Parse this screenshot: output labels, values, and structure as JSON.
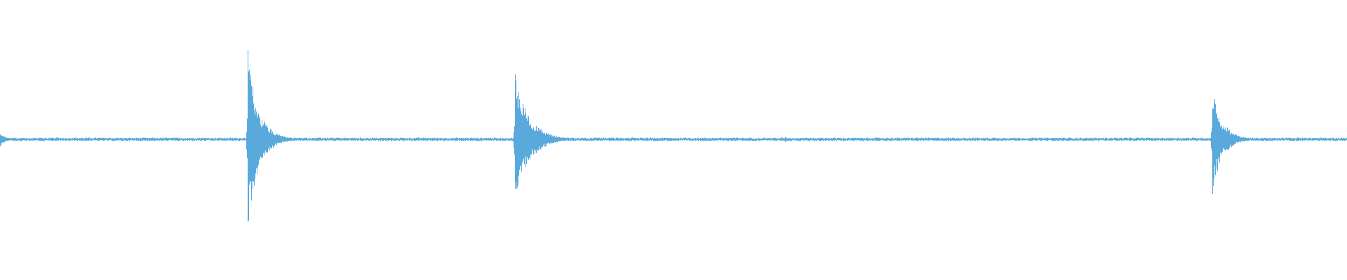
{
  "waveform": {
    "color": "#5aa9dc",
    "background": "#ffffff",
    "baseline_noise": 0.015,
    "events": [
      {
        "position": 0.0,
        "peak_up": 0.06,
        "peak_down": 0.07,
        "decay": 0.012
      },
      {
        "position": 0.1838,
        "peak_up": 0.92,
        "peak_down": 0.94,
        "decay": 0.02
      },
      {
        "position": 0.3822,
        "peak_up": 0.74,
        "peak_down": 0.72,
        "decay": 0.025
      },
      {
        "position": 0.5828,
        "peak_up": 0.03,
        "peak_down": 0.03,
        "decay": 0.004
      },
      {
        "position": 0.8998,
        "peak_up": 0.58,
        "peak_down": 0.6,
        "decay": 0.018
      },
      {
        "position": 0.9995,
        "peak_up": 0.03,
        "peak_down": 0.03,
        "decay": 0.003
      }
    ]
  }
}
